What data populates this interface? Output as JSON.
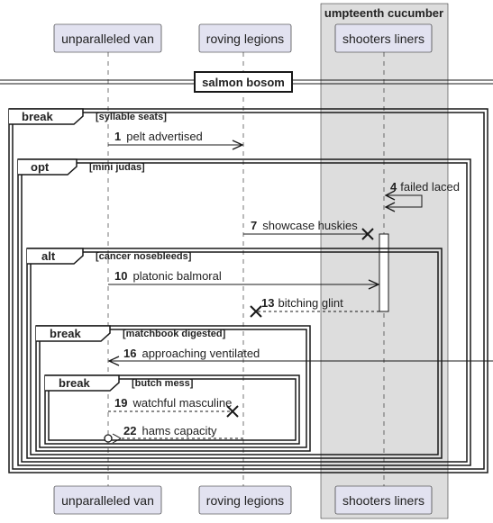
{
  "participants": [
    {
      "id": "van",
      "label": "unparalleled van"
    },
    {
      "id": "legions",
      "label": "roving legions"
    },
    {
      "id": "shooters",
      "label": "shooters liners"
    }
  ],
  "box": {
    "title": "umpteenth cucumber",
    "color": "#dddddd"
  },
  "divider": {
    "label": "salmon bosom"
  },
  "fragments": [
    {
      "id": "f1",
      "kind": "break",
      "guard": "[syllable seats]"
    },
    {
      "id": "f2",
      "kind": "opt",
      "guard": "[mini judas]"
    },
    {
      "id": "f3",
      "kind": "alt",
      "guard": "[cancer nosebleeds]"
    },
    {
      "id": "f4",
      "kind": "break",
      "guard": "[matchbook digested]"
    },
    {
      "id": "f5",
      "kind": "break",
      "guard": "[butch mess]"
    }
  ],
  "messages": [
    {
      "num": "1",
      "text": "pelt advertised",
      "from": "van",
      "to": "legions",
      "style": "solid",
      "end": "arrow"
    },
    {
      "num": "4",
      "text": "failed laced",
      "from": "shooters",
      "to": "shooters",
      "style": "solid",
      "end": "arrow"
    },
    {
      "num": "7",
      "text": "showcase huskies",
      "from": "legions",
      "to": "shooters",
      "style": "solid",
      "end": "cross"
    },
    {
      "num": "10",
      "text": "platonic balmoral",
      "from": "van",
      "to": "shooters",
      "style": "solid",
      "end": "arrow"
    },
    {
      "num": "13",
      "text": "bitching glint",
      "from": "shooters",
      "to": "legions",
      "style": "dashed",
      "end": "cross"
    },
    {
      "num": "16",
      "text": "approaching ventilated",
      "from": "external",
      "to": "van",
      "style": "solid",
      "end": "arrow"
    },
    {
      "num": "19",
      "text": "watchful masculine",
      "from": "van",
      "to": "legions",
      "style": "dashed",
      "end": "cross"
    },
    {
      "num": "22",
      "text": "hams capacity",
      "from": "legions",
      "to": "van",
      "style": "dashed",
      "end": "circle"
    }
  ],
  "colors": {
    "participant_fill": "#e2e2f0",
    "participant_border": "#181818",
    "line": "#181818",
    "box_fill": "#dddddd"
  }
}
